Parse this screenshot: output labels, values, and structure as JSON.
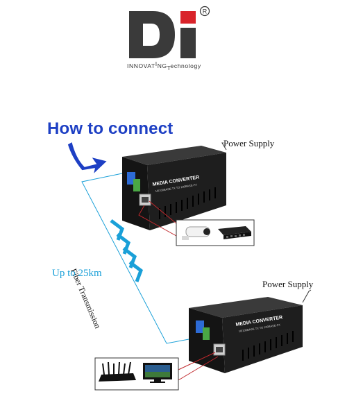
{
  "logo": {
    "brand": "Di",
    "tagline_left": "INNOVAT",
    "tagline_up": "I",
    "tagline_mid": "NG",
    "tagline_dn": "T",
    "tagline_right": "echnology",
    "registered": "®"
  },
  "headline": "How to connect",
  "power_supply_top": "Power Supply",
  "power_supply_bottom": "Power Supply",
  "fiber_label": "Fiber Transmission",
  "distance_label": "Up to 25km",
  "device_label": "MEDIA CONVERTER",
  "device_sublabel": "10/100BASE-TX TO 100BASE-FX",
  "colors": {
    "logo_dark": "#3a3a3a",
    "logo_red": "#d9232a",
    "headline_blue": "#1d3fc4",
    "fiber_cyan": "#1aa0d8",
    "line_red": "#c0282c",
    "device_body": "#1b1b1b"
  },
  "icons": [
    "arrow-curve-icon",
    "chevron-arrows-icon",
    "camera-icon",
    "switch-icon",
    "router-icon",
    "monitor-icon"
  ]
}
